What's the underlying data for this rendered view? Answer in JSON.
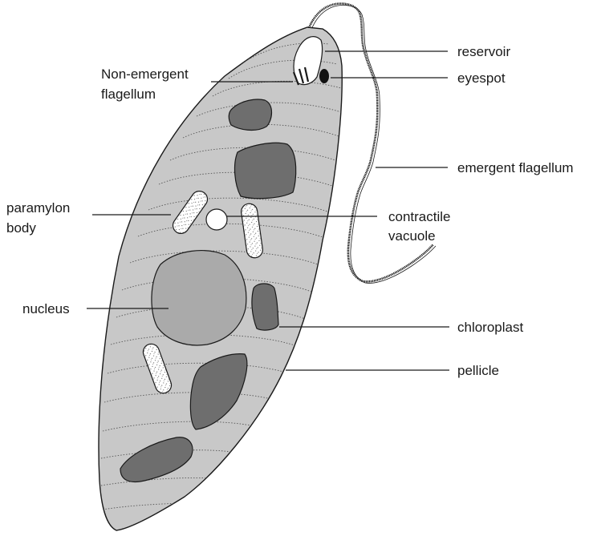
{
  "colors": {
    "cell_body": "#c8c8c8",
    "cell_outline": "#1a1a1a",
    "chloroplast": "#6e6e6e",
    "nucleus": "#aaaaaa",
    "paramylon": "#ffffff",
    "background": "#ffffff"
  },
  "labels": {
    "reservoir": "reservoir",
    "eyespot": "eyespot",
    "non_emergent_line1": "Non-emergent",
    "non_emergent_line2": "flagellum",
    "emergent_flagellum": "emergent flagellum",
    "paramylon_line1": "paramylon",
    "paramylon_line2": "body",
    "contractile_line1": "contractile",
    "contractile_line2": "vacuole",
    "nucleus": "nucleus",
    "chloroplast": "chloroplast",
    "pellicle": "pellicle"
  }
}
